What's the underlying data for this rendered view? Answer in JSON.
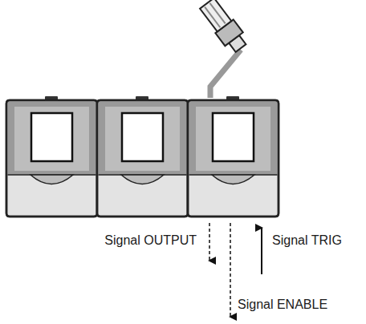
{
  "diagram": {
    "labels": [
      "Signal OUTPUT",
      "Signal ENABLE",
      "Signal TRIG"
    ]
  }
}
